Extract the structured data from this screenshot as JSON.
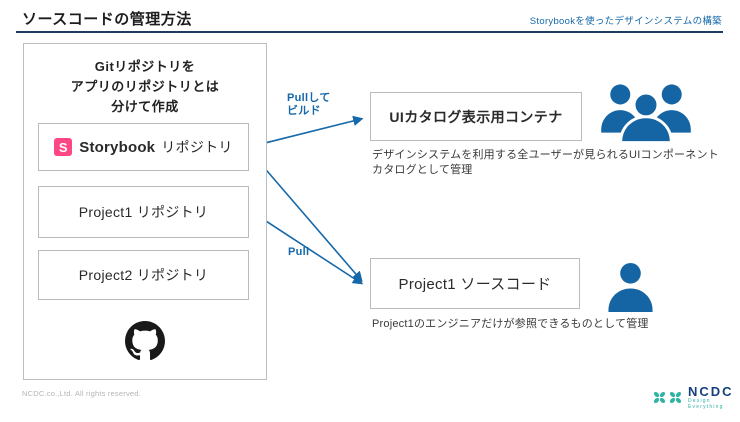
{
  "header": {
    "title": "ソースコードの管理方法",
    "subtitle": "Storybookを使ったデザインシステムの構築"
  },
  "left_panel": {
    "heading": "Gitリポジトリを\nアプリのリポジトリとは\n分けて作成",
    "storybook": {
      "icon_letter": "S",
      "brand": "Storybook",
      "label": "リポジトリ"
    },
    "project1_label": "Project1 リポジトリ",
    "project2_label": "Project2 リポジトリ"
  },
  "arrows": {
    "pull_build_label": "Pullして\nビルド",
    "pull_label": "Pull"
  },
  "ui_catalog": {
    "title": "UIカタログ表示用コンテナ",
    "description": "デザインシステムを利用する全ユーザーが見られるUIコンポーネント\nカタログとして管理"
  },
  "source_code": {
    "title": "Project1 ソースコード",
    "description": "Project1のエンジニアだけが参照できるものとして管理"
  },
  "footer": {
    "copyright": "NCDC.co.,Ltd. All rights reserved."
  },
  "logo": {
    "name": "NCDC",
    "tagline": "Design Everything"
  },
  "colors": {
    "accent_blue": "#1568a9",
    "underline_navy": "#1b3c5e",
    "storybook_pink": "#ff4785",
    "github_black": "#191919",
    "ncdc_teal": "#2fb3a4",
    "ncdc_navy": "#16407c"
  }
}
